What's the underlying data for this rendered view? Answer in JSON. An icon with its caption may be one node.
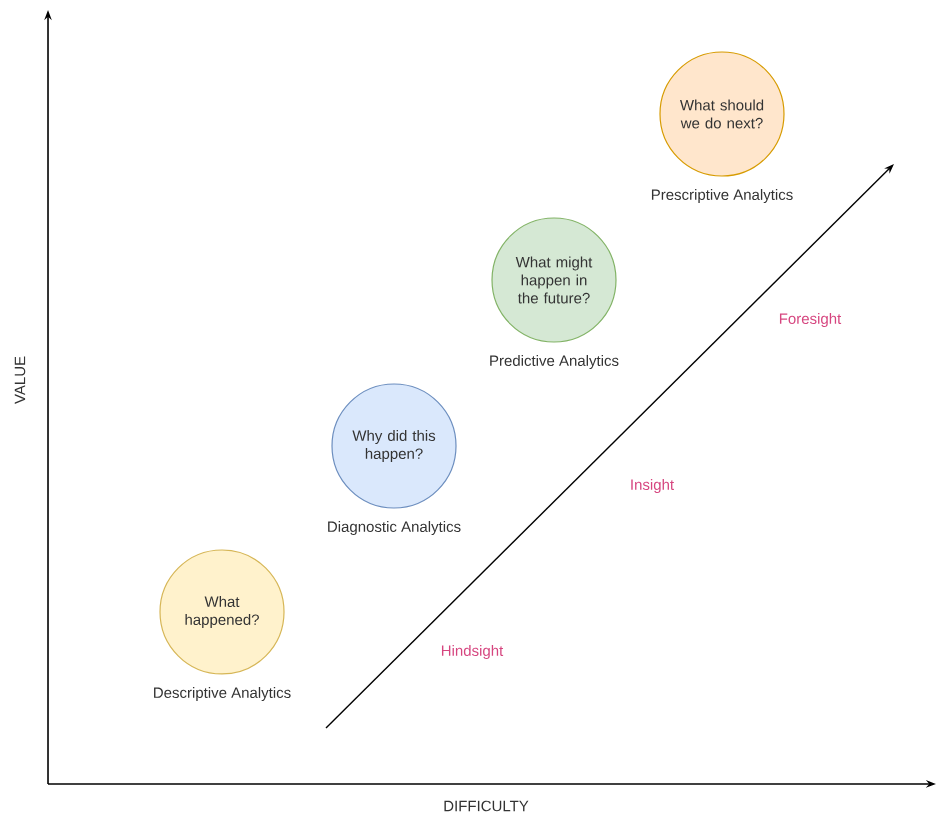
{
  "diagram": {
    "nodes": [
      {
        "text": [
          "What happened?"
        ],
        "beside": [
          "Descriptive Analytics"
        ]
      },
      {
        "text": [
          "Why did this happen?"
        ],
        "beside": [
          "Diagnostic Analytics"
        ]
      },
      {
        "text": [
          "What might happen in the future?"
        ],
        "beside": [
          "Predictive Analytics"
        ]
      },
      {
        "text": [
          "What should we do next?"
        ],
        "beside": [
          "Prescriptive Analytics"
        ]
      }
    ],
    "labels": [
      "VALUE",
      "DIFFICULTY",
      "Hindsight",
      "Insight",
      "Foresight"
    ]
  }
}
